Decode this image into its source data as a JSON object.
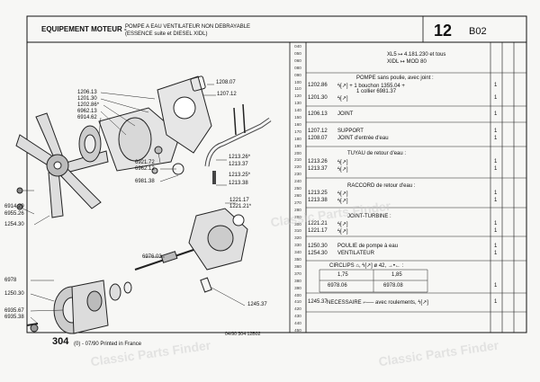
{
  "header": {
    "title": "EQUIPEMENT MOTEUR -",
    "subtitle_line1": "POMPE A EAU VENTILATEUR NON DEBRAYABLE",
    "subtitle_line2": "(ESSENCE  suite  et DIESEL XIDL)",
    "page_number": "12",
    "section_code": "B02"
  },
  "diagram_labels": [
    "1208.07",
    "1207.12",
    "1206.13",
    "1201.30",
    "1202.86*",
    "6962.13",
    "6914.62",
    "6921.72",
    "6962.12",
    "6981.38",
    "1213.26*",
    "1213.37",
    "1213.25*",
    "1213.38",
    "1221.17",
    "1221.21*",
    "6914.29",
    "6955.26",
    "1254.30",
    "6976.03",
    "6978",
    "1250.30",
    "6935.67",
    "6935.38",
    "1245.37"
  ],
  "code_column": [
    "040",
    "050",
    "060",
    "080",
    "090",
    "100",
    "110",
    "120",
    "130",
    "140",
    "150",
    "160",
    "170",
    "180",
    "190",
    "200",
    "210",
    "220",
    "230",
    "240",
    "250",
    "260",
    "270",
    "280",
    "290",
    "300",
    "310",
    "320",
    "330",
    "340",
    "350",
    "360",
    "370",
    "380",
    "390",
    "400",
    "410",
    "420",
    "430",
    "440",
    "450"
  ],
  "applicability": {
    "line1": "XL5 ↦ 4.181.230 et tous",
    "line2": "XIDL ↦ MOD 80"
  },
  "parts": [
    {
      "ref": "",
      "text": "POMPE sans poulie, avec joint :",
      "qty": ""
    },
    {
      "ref": "1202.86",
      "text": "ϟ[↗]  +  1 bouchon 1355.04 +",
      "qty": "1"
    },
    {
      "ref": "",
      "text": "1 collier 6981.37",
      "qty": ""
    },
    {
      "ref": "1201.30",
      "text": "ϟ[↗]",
      "qty": "1"
    },
    {
      "ref": "1206.13",
      "text": "JOINT",
      "qty": "1"
    },
    {
      "ref": "1207.12",
      "text": "SUPPORT",
      "qty": "1"
    },
    {
      "ref": "1208.07",
      "text": "JOINT d'entrée d'eau",
      "qty": "1"
    },
    {
      "ref": "",
      "text": "TUYAU de retour d'eau :",
      "qty": ""
    },
    {
      "ref": "1213.26",
      "text": "ϟ[↗]",
      "qty": "1"
    },
    {
      "ref": "1213.37",
      "text": "ϟ[↗]",
      "qty": "1"
    },
    {
      "ref": "",
      "text": "RACCORD de retour d'eau :",
      "qty": ""
    },
    {
      "ref": "1213.25",
      "text": "ϟ[↗]",
      "qty": "1"
    },
    {
      "ref": "1213.38",
      "text": "ϟ[↗]",
      "qty": "1"
    },
    {
      "ref": "",
      "text": "JOINT-TURBINE :",
      "qty": ""
    },
    {
      "ref": "1221.21",
      "text": "ϟ[↗]",
      "qty": "1"
    },
    {
      "ref": "1221.17",
      "text": "ϟ[↗]",
      "qty": "1"
    },
    {
      "ref": "1250.30",
      "text": "POULIE de pompe à eau",
      "qty": "1"
    },
    {
      "ref": "1254.30",
      "text": "VENTILATEUR",
      "qty": "1"
    }
  ],
  "circlips": {
    "label": "CIRCLIPS ⌂, ϟ[↗] ø 42, →•← :",
    "col_a": "1,75",
    "col_b": "1,85",
    "ref_a": "6978.06",
    "ref_b": "6978.08",
    "qty": "1"
  },
  "necessary": {
    "ref": "1245.37",
    "text": "NECESSAIRE ⌐── avec roulements, ϟ[↗]",
    "qty": "1"
  },
  "footer": {
    "page": "304",
    "page_suffix": "(0) - 07/90 Printed in France",
    "reference": "04/90  304  12B02"
  },
  "watermark": "Classic Parts Finder"
}
